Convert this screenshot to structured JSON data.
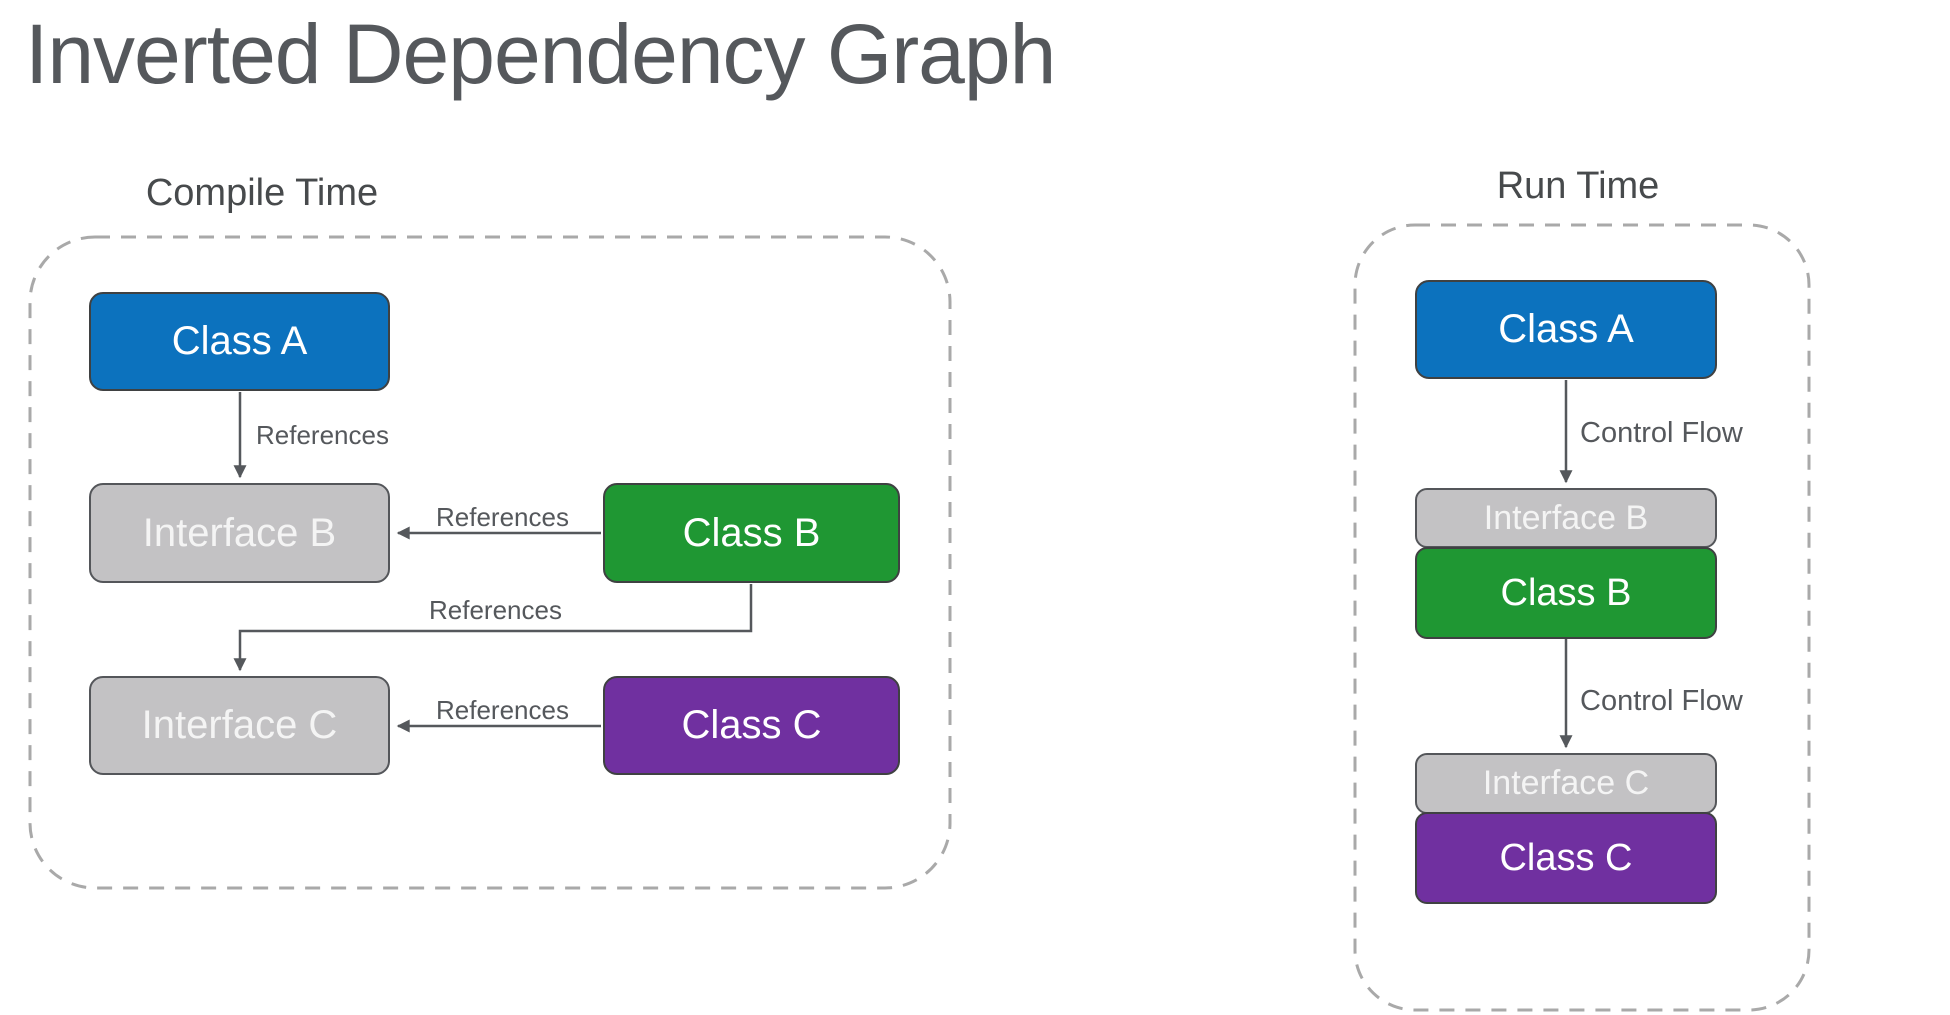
{
  "title": "Inverted Dependency Graph",
  "compile_time": {
    "label": "Compile Time",
    "nodes": {
      "class_a": "Class A",
      "interface_b": "Interface B",
      "class_b": "Class B",
      "interface_c": "Interface C",
      "class_c": "Class C"
    },
    "edge_labels": {
      "a_references_interface_b": "References",
      "b_references_interface_b": "References",
      "b_references_interface_c": "References",
      "c_references_interface_c": "References"
    }
  },
  "run_time": {
    "label": "Run Time",
    "nodes": {
      "class_a": "Class A",
      "interface_b": "Interface B",
      "class_b": "Class B",
      "interface_c": "Interface C",
      "class_c": "Class C"
    },
    "edge_labels": {
      "a_to_interface_b": "Control Flow",
      "b_to_interface_c": "Control Flow"
    }
  },
  "colors": {
    "class_blue": "#0c72be",
    "class_green": "#1f9733",
    "class_purple": "#7030a0",
    "interface_gray": "#c3c2c4",
    "arrow_gray": "#55585c",
    "dashed_container_gray": "#a9a9a9",
    "title_gray": "#55585c"
  }
}
